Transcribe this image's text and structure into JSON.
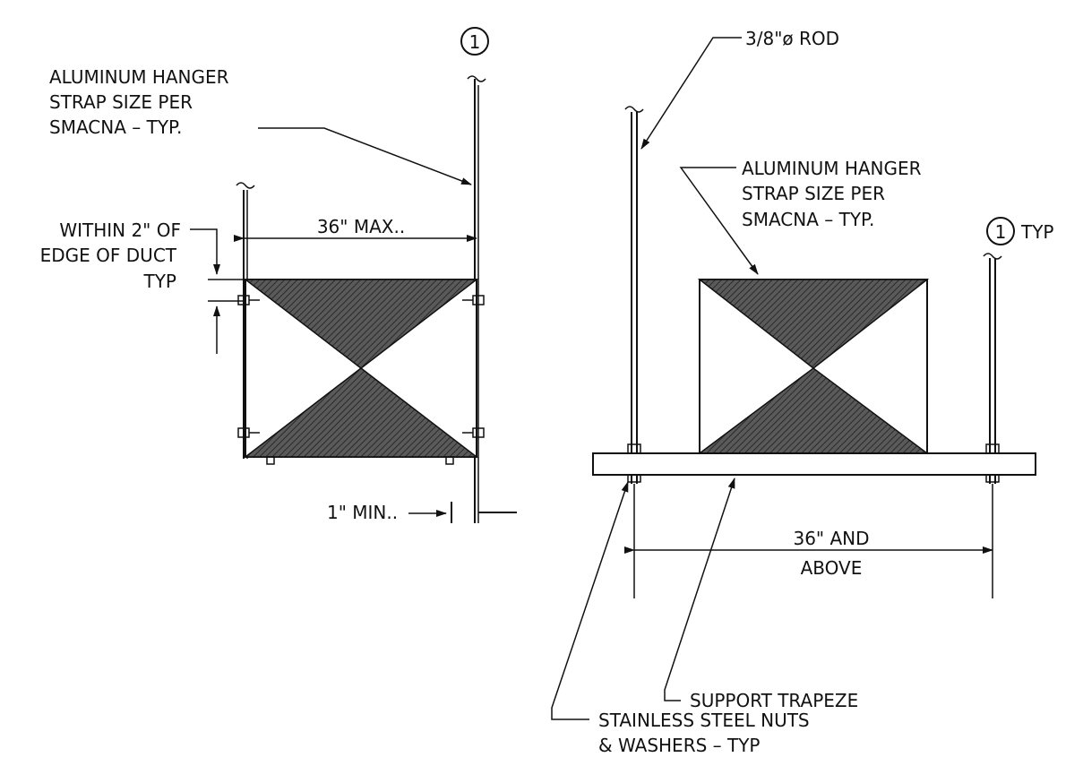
{
  "left_detail": {
    "hanger_note": [
      "ALUMINUM HANGER",
      "STRAP SIZE PER",
      "SMACNA – TYP."
    ],
    "width_dim": "36\" MAX..",
    "edge_note": [
      "WITHIN 2\" OF",
      "EDGE OF DUCT",
      "TYP"
    ],
    "min_note": "1\" MIN..",
    "callout": "1"
  },
  "right_detail": {
    "rod_note": "3/8\"ø ROD",
    "hanger_note": [
      "ALUMINUM HANGER",
      "STRAP SIZE PER",
      "SMACNA – TYP."
    ],
    "callout": "1",
    "callout_suffix": "TYP",
    "width_dim": [
      "36\" AND",
      "ABOVE"
    ],
    "trapeze_note": "SUPPORT TRAPEZE",
    "nuts_note": [
      "STAINLESS STEEL NUTS",
      "& WASHERS – TYP"
    ]
  }
}
